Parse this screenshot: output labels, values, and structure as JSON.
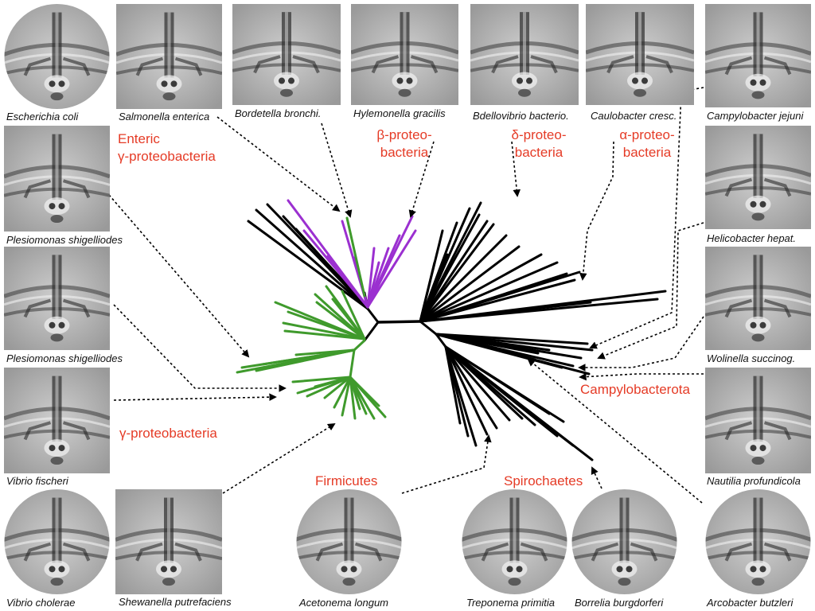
{
  "panels": [
    {
      "id": "p0",
      "caption": "Escherichia coli",
      "shape": "circle"
    },
    {
      "id": "p1",
      "caption": "Salmonella enterica",
      "shape": "square"
    },
    {
      "id": "p2",
      "caption": "Bordetella bronchi.",
      "shape": "square"
    },
    {
      "id": "p3",
      "caption": "Hylemonella gracilis",
      "shape": "square"
    },
    {
      "id": "p4",
      "caption": "Bdellovibrio bacterio.",
      "shape": "square"
    },
    {
      "id": "p5",
      "caption": "Caulobacter cresc.",
      "shape": "square"
    },
    {
      "id": "p6",
      "caption": "Campylobacter jejuni",
      "shape": "square"
    },
    {
      "id": "p7",
      "caption": "Plesiomonas shigelliodes",
      "shape": "square"
    },
    {
      "id": "p8",
      "caption": "Helicobacter hepat.",
      "shape": "square"
    },
    {
      "id": "p9",
      "caption": "Plesiomonas shigelliodes",
      "shape": "square"
    },
    {
      "id": "p10",
      "caption": "Wolinella succinog.",
      "shape": "square"
    },
    {
      "id": "p11",
      "caption": "Vibrio fischeri",
      "shape": "square"
    },
    {
      "id": "p12",
      "caption": "Nautilia profundicola",
      "shape": "square"
    },
    {
      "id": "p13",
      "caption": "Vibrio cholerae",
      "shape": "circle"
    },
    {
      "id": "p14",
      "caption": "Shewanella putrefaciens",
      "shape": "square"
    },
    {
      "id": "p15",
      "caption": "Acetonema longum",
      "shape": "circle"
    },
    {
      "id": "p16",
      "caption": "Treponema primitia",
      "shape": "circle"
    },
    {
      "id": "p17",
      "caption": "Borrelia burgdorferi",
      "shape": "circle"
    },
    {
      "id": "p18",
      "caption": "Arcobacter butzleri",
      "shape": "circle"
    }
  ],
  "labels": {
    "enteric": "Enteric\nγ-proteobacteria",
    "beta": "β-proteo-\nbacteria",
    "delta": "δ-proteo-\nbacteria",
    "alpha": "α-proteo-\nbacteria",
    "campylo": "Campylobacterota",
    "gamma": "γ-proteobacteria",
    "firmicutes": "Firmicutes",
    "spirochaetes": "Spirochaetes"
  },
  "colors": {
    "label": "#e53b26",
    "green_clade": "#3f9a2c",
    "purple_clade": "#9b30d0",
    "black_clade": "#000000"
  }
}
